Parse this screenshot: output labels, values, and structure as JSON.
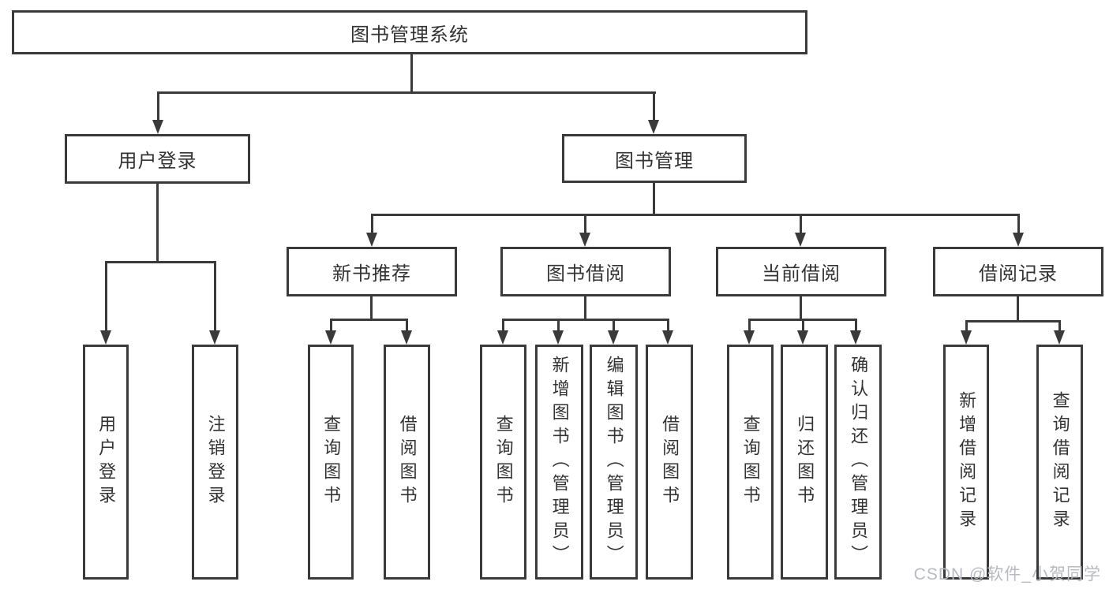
{
  "title": "图书管理系统",
  "watermark": "CSDN @软件_小贺同学",
  "colors": {
    "line": "#3a3a3a",
    "border": "#3a3a3a",
    "text": "#333333",
    "watermark": "#b7bac0",
    "background": "#ffffff"
  },
  "tree": {
    "label": "图书管理系统",
    "children": [
      {
        "label": "用户登录",
        "children": [
          {
            "label": "用户登录"
          },
          {
            "label": "注销登录"
          }
        ]
      },
      {
        "label": "图书管理",
        "children": [
          {
            "label": "新书推荐",
            "children": [
              {
                "label": "查询图书"
              },
              {
                "label": "借阅图书"
              }
            ]
          },
          {
            "label": "图书借阅",
            "children": [
              {
                "label": "查询图书"
              },
              {
                "label": "新增图书（管理员）"
              },
              {
                "label": "编辑图书（管理员）"
              },
              {
                "label": "借阅图书"
              }
            ]
          },
          {
            "label": "当前借阅",
            "children": [
              {
                "label": "查询图书"
              },
              {
                "label": "归还图书"
              },
              {
                "label": "确认归还（管理员）"
              }
            ]
          },
          {
            "label": "借阅记录",
            "children": [
              {
                "label": "新增借阅记录"
              },
              {
                "label": "查询借阅记录"
              }
            ]
          }
        ]
      }
    ]
  }
}
